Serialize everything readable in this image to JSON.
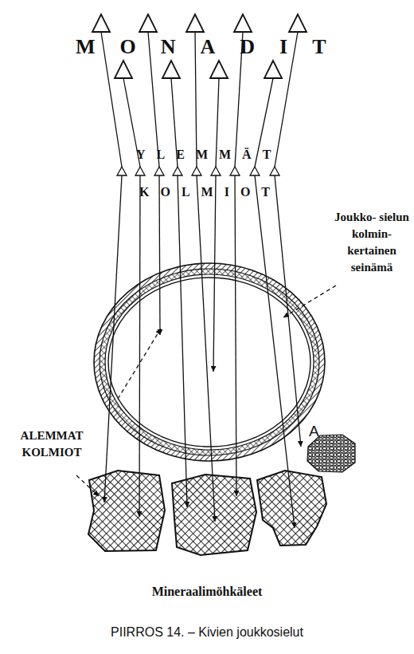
{
  "diagram": {
    "caption": "PIIRROS 14. – Kivien joukkosielut",
    "labels": [
      "MONADIT",
      "YLEMMÄT",
      "KOLMIOT",
      "Joukko- sielun kolmin- kertainen seinämä",
      "ALEMMAT KOLMIOT",
      "A",
      "Mineraalimöhkäleet"
    ]
  }
}
